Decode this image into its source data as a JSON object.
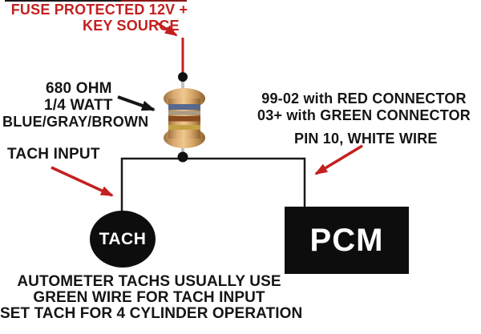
{
  "labels": {
    "fuse": {
      "line1": "FUSE PROTECTED 12V +",
      "line2": "KEY SOURCE"
    },
    "resistor": {
      "line1": "680 OHM",
      "line2": "1/4 WATT",
      "line3": "BLUE/GRAY/BROWN"
    },
    "tach_input": "TACH INPUT",
    "connector": {
      "line1": "99-02 with RED CONNECTOR",
      "line2": "03+ with GREEN CONNECTOR",
      "pin": "PIN 10, WHITE WIRE"
    },
    "footer": {
      "line1": "AUTOMETER TACHS USUALLY USE",
      "line2": "GREEN WIRE FOR TACH INPUT",
      "line3": "SET TACH FOR 4 CYLINDER OPERATION"
    }
  },
  "nodes": {
    "tach": "TACH",
    "pcm": "PCM"
  },
  "colors": {
    "label_red": "#c3201f",
    "arrow_red": "#c3201f",
    "wire_black": "#1a1a1a",
    "node_black": "#0d0d0d",
    "resistor_body": "#d9ab72",
    "band_blue": "#56688f",
    "band_gray": "#a99a84",
    "band_brown": "#8a4a20",
    "band_gold": "#c2a243",
    "lead_silver": "#bfc3c6"
  }
}
